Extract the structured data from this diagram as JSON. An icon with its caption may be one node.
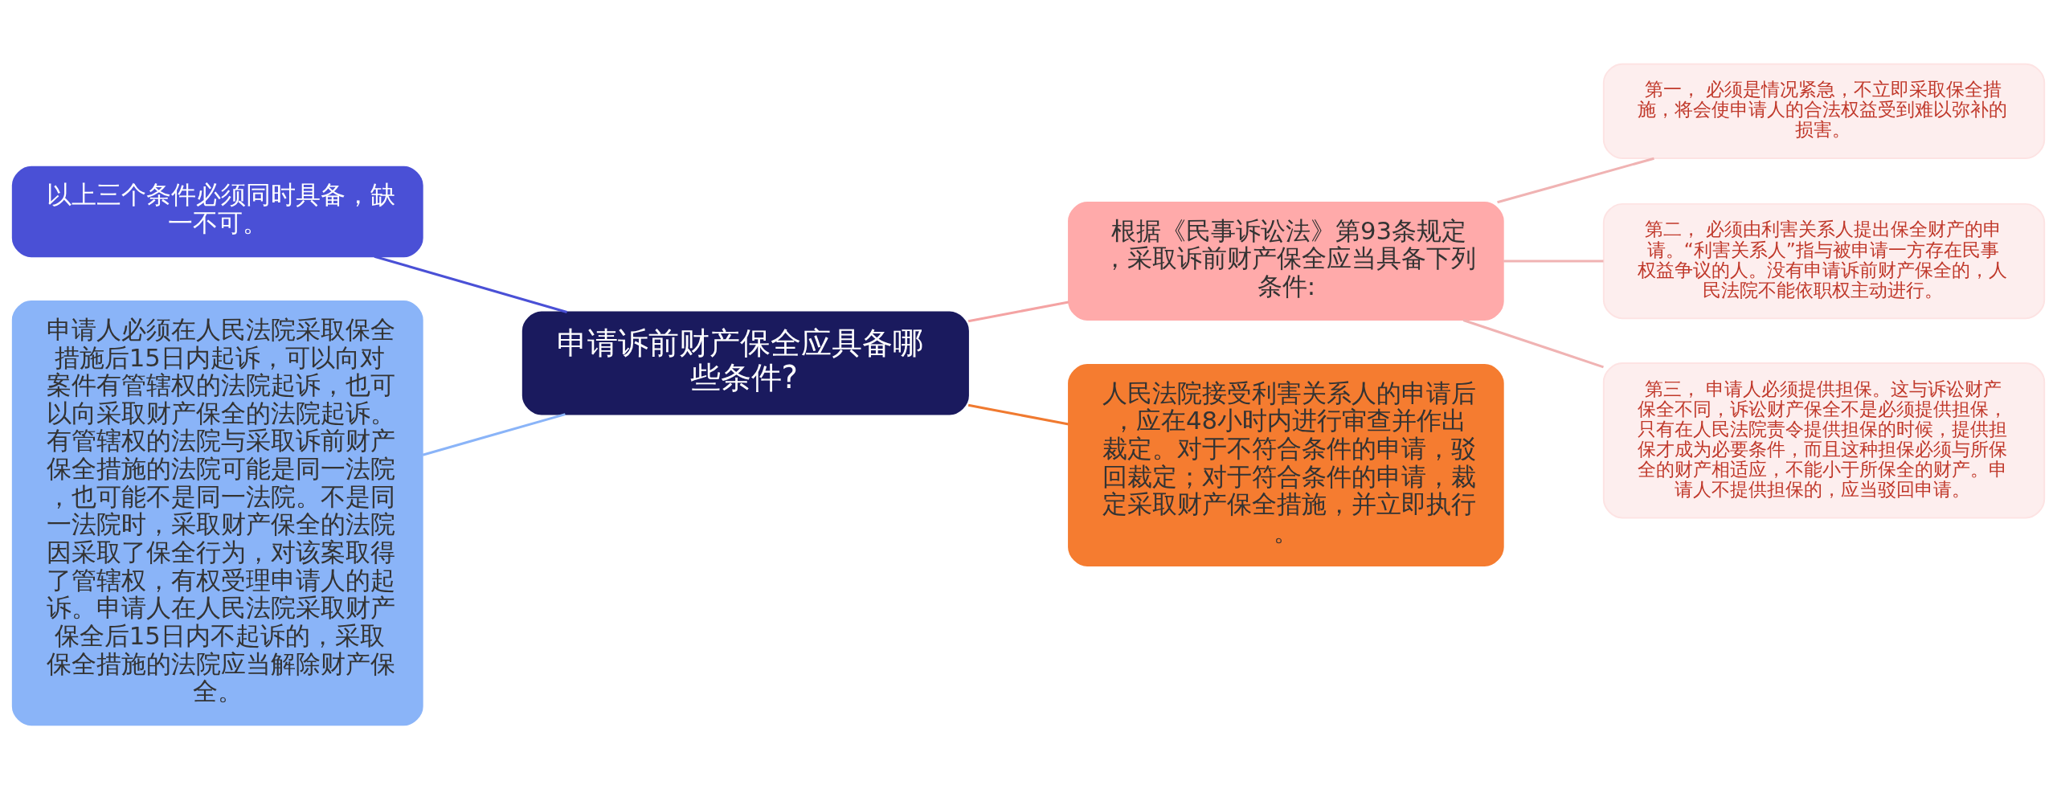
{
  "diagram": {
    "nodes": [
      {
        "text": [
          "申请诉前财产保全应具备哪些条件?"
        ]
      },
      {
        "text": [
          "根据《民事诉讼法》第93条规定，采取诉前财产保全应当具备下列条件:"
        ]
      },
      {
        "text": [
          "第一， 必须是情况紧急，不立即采取保全措施，将会使申请人的合法权益受到难以弥补的损害。"
        ]
      },
      {
        "text": [
          "第二， 必须由利害关系人提出保全财产的申请。“利害关系人”指与被申请一方存在民事权益争议的人。没有申请诉前财产保全的，人民法院不能依职权主动进行。"
        ]
      },
      {
        "text": [
          "第三， 申请人必须提供担保。这与诉讼财产保全不同，诉讼财产保全不是必须提供担保，只有在人民法院责令提供担保的时候，提供担保才成为必要条件，而且这种担保必须与所保全的财产相适应，不能小于所保全的财产。申请人不提供担保的，应当驳回申请。"
        ]
      },
      {
        "text": [
          "人民法院接受利害关系人的申请后，应在48小时内进行审查并作出裁定。对于不符合条件的申请，驳回裁定；对于符合条件的申请，裁定采取财产保全措施，并立即执行。"
        ]
      },
      {
        "text": [
          "以上三个条件必须同时具备，缺一不可。"
        ]
      },
      {
        "text": [
          "申请人必须在人民法院采取保全措施后15日内起诉，可以向对案件有管辖权的法院起诉，也可以向采取财产保全的法院起诉。有管辖权的法院与采取诉前财产保全措施的法院可能是同一法院，也可能不是同一法院。不是同一法院时，采取财产保全的法院因采取了保全行为，对该案取得了管辖权，有权受理申请人的起诉。申请人在人民法院采取财产保全后15日内不起诉的，采取保全措施的法院应当解除财产保全。"
        ]
      }
    ],
    "edges": [
      {
        "from": 0,
        "to": 1,
        "arrow": "none",
        "color": "#f4a3a3"
      },
      {
        "from": 1,
        "to": 2,
        "arrow": "none",
        "color": "#f0b3b3"
      },
      {
        "from": 1,
        "to": 3,
        "arrow": "none",
        "color": "#f0b3b3"
      },
      {
        "from": 1,
        "to": 4,
        "arrow": "none",
        "color": "#f0b3b3"
      },
      {
        "from": 0,
        "to": 5,
        "arrow": "none",
        "color": "#f07a30"
      },
      {
        "from": 6,
        "to": 0,
        "arrow": "none",
        "color": "#4a50d6"
      },
      {
        "from": 7,
        "to": 0,
        "arrow": "none",
        "color": "#8ab4f8"
      }
    ]
  }
}
